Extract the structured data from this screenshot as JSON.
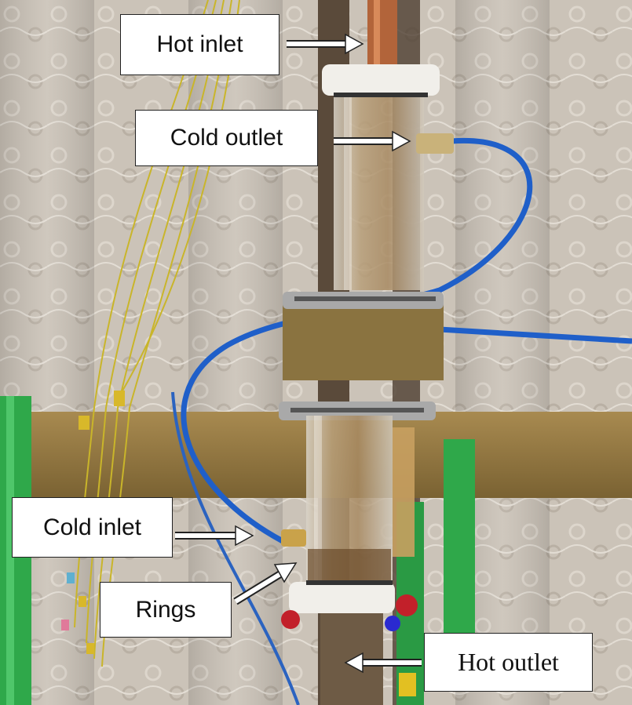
{
  "labels": {
    "hot_inlet": "Hot inlet",
    "cold_outlet": "Cold outlet",
    "cold_inlet": "Cold inlet",
    "rings": "Rings",
    "hot_outlet": "Hot outlet"
  },
  "colors": {
    "tube_water": "#bfa27a",
    "blue_hose": "#1f5fc9",
    "green_frame": "#2fa84a",
    "wood_beam": "#9a7f45",
    "copper_pipe": "#b2643a",
    "yellow_wires": "#c9b52a"
  }
}
